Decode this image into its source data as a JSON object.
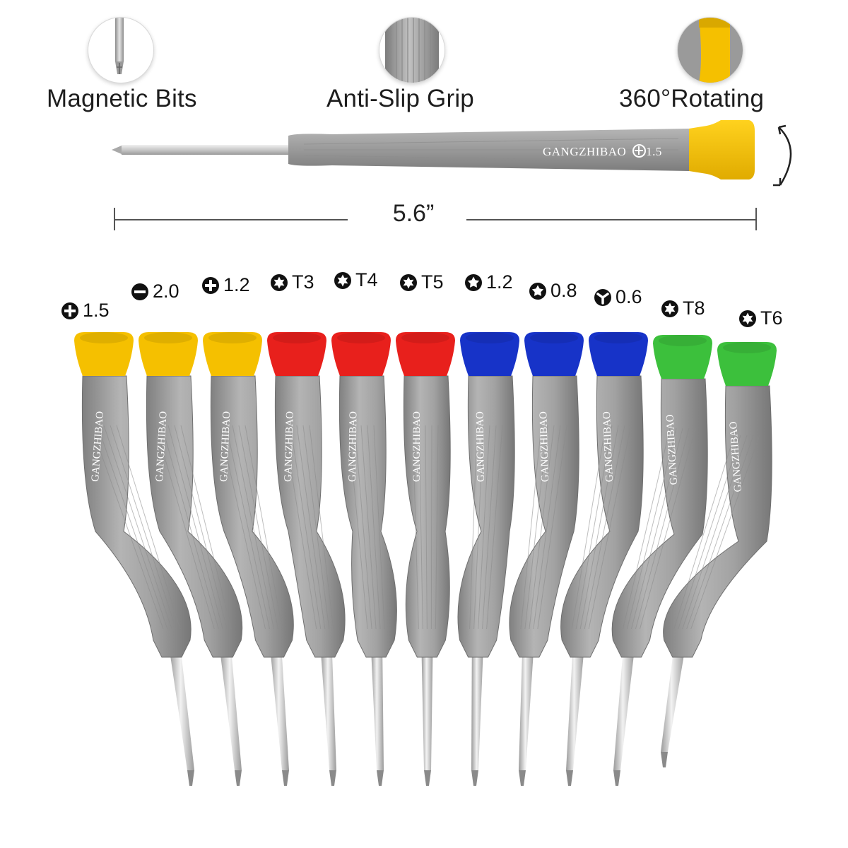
{
  "features": [
    {
      "label": "Magnetic Bits",
      "icon": "magnetic-bit-icon"
    },
    {
      "label": "Anti-Slip Grip",
      "icon": "grip-texture-icon"
    },
    {
      "label": "360°Rotating",
      "icon": "rotating-cap-icon"
    }
  ],
  "hero": {
    "brand": "GANGZHIBAO",
    "size": "1.5",
    "size_symbol": "phillips",
    "length": "5.6”",
    "cap_color": "#f5c000"
  },
  "screwdrivers": [
    {
      "label": "1.5",
      "symbol": "phillips",
      "cap_color": "#f5c000"
    },
    {
      "label": "2.0",
      "symbol": "slotted",
      "cap_color": "#f5c000"
    },
    {
      "label": "1.2",
      "symbol": "phillips",
      "cap_color": "#f5c000"
    },
    {
      "label": "T3",
      "symbol": "torx",
      "cap_color": "#e8201c"
    },
    {
      "label": "T4",
      "symbol": "torx",
      "cap_color": "#e8201c"
    },
    {
      "label": "T5",
      "symbol": "torx",
      "cap_color": "#e8201c"
    },
    {
      "label": "1.2",
      "symbol": "pentalobe",
      "cap_color": "#1733c8"
    },
    {
      "label": "0.8",
      "symbol": "pentalobe",
      "cap_color": "#1733c8"
    },
    {
      "label": "0.6",
      "symbol": "tri-wing",
      "cap_color": "#1733c8"
    },
    {
      "label": "T8",
      "symbol": "torx",
      "cap_color": "#3cc03c"
    },
    {
      "label": "T6",
      "symbol": "torx",
      "cap_color": "#3cc03c"
    }
  ],
  "colors": {
    "handle": "#9a9a9a",
    "handle_dark": "#7e7e7e",
    "shaft": "#c9c9c9"
  }
}
